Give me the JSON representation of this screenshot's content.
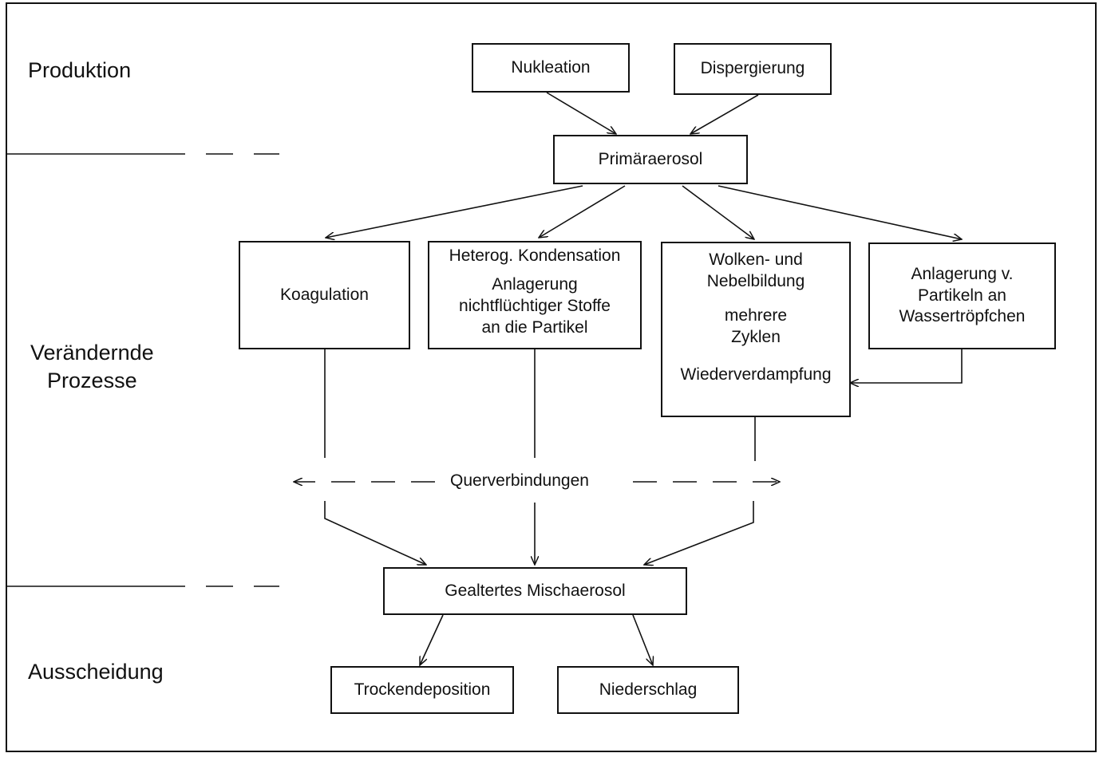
{
  "sections": {
    "production": "Produktion",
    "processes_line1": "Verändernde",
    "processes_line2": "Prozesse",
    "removal": "Ausscheidung"
  },
  "nodes": {
    "nucleation": "Nukleation",
    "dispersion": "Dispergierung",
    "primary_aerosol": "Primäraerosol",
    "coagulation": "Koagulation",
    "heterog_condensation": {
      "title": "Heterog. Kondensation",
      "line1": "Anlagerung",
      "line2": "nichtflüchtiger Stoffe",
      "line3": "an die Partikel"
    },
    "cloud_formation": {
      "line1": "Wolken- und",
      "line2": "Nebelbildung",
      "cycle_line1": "mehrere",
      "cycle_line2": "Zyklen",
      "re_evaporation": "Wiederverdampfung"
    },
    "attachment": {
      "line1": "Anlagerung v.",
      "line2": "Partikeln an",
      "line3": "Wassertröpfchen"
    },
    "aged_mixed_aerosol": "Gealtertes Mischaerosol",
    "dry_deposition": "Trockendeposition",
    "precipitation": "Niederschlag"
  },
  "cross_links": "Querverbindungen"
}
